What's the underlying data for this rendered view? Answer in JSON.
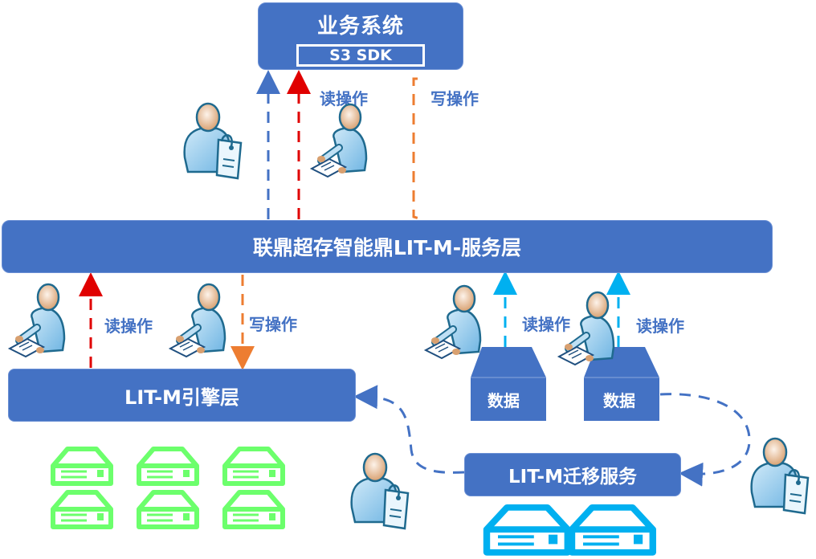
{
  "colors": {
    "box_fill": "#4472C4",
    "label_text": "#4472C4",
    "arrow_blue": "#4472C4",
    "arrow_red": "#E00000",
    "arrow_orange": "#ED7D31",
    "arrow_cyan": "#00B0F0",
    "server_green": "#6CFF6C",
    "server_cyan": "#00B0F0"
  },
  "business_system": {
    "title": "业务系统",
    "sdk": "S3 SDK"
  },
  "service_layer": {
    "title": "联鼎超存智能鼎LIT-M-服务层"
  },
  "engine_layer": {
    "title": "LIT-M引擎层"
  },
  "migration_service": {
    "title": "LIT-M迁移服务"
  },
  "data_blocks": [
    {
      "label": "数据"
    },
    {
      "label": "数据"
    }
  ],
  "labels": {
    "top_read": "读操作",
    "top_write": "写操作",
    "mid_read": "读操作",
    "mid_write": "写操作",
    "right_read_1": "读操作",
    "right_read_2": "读操作"
  },
  "icons": {
    "user_tag": "user-with-tag-icon",
    "user_doc": "user-reading-document-icon",
    "server": "server-icon"
  }
}
